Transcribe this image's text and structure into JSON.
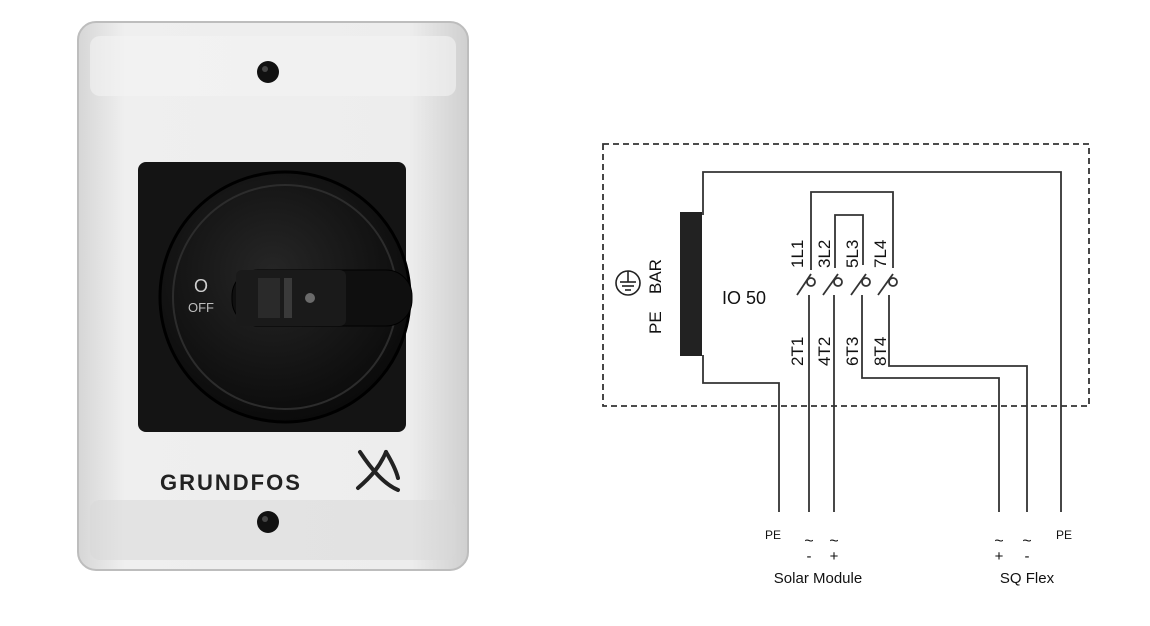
{
  "device": {
    "brand": "GRUNDFOS",
    "switch_marking_symbol": "O",
    "switch_marking_text": "OFF",
    "logo_icon": "grundfos-x-logo"
  },
  "diagram": {
    "bar_label_left": "PE",
    "bar_label_right": "BAR",
    "switch_name": "IO 50",
    "top_terminals": [
      "1L1",
      "3L2",
      "5L3",
      "7L4"
    ],
    "bottom_terminals": [
      "2T1",
      "4T2",
      "6T3",
      "8T4"
    ],
    "tilde": "~",
    "solar": {
      "pe": "PE",
      "minus": "-",
      "plus": "+",
      "label": "Solar Module"
    },
    "sqflex": {
      "pe": "PE",
      "plus": "+",
      "minus": "-",
      "label": "SQ Flex"
    },
    "ground_icon": "earth-ground-icon",
    "colors": {
      "line": "#333333",
      "bar": "#222222"
    }
  }
}
